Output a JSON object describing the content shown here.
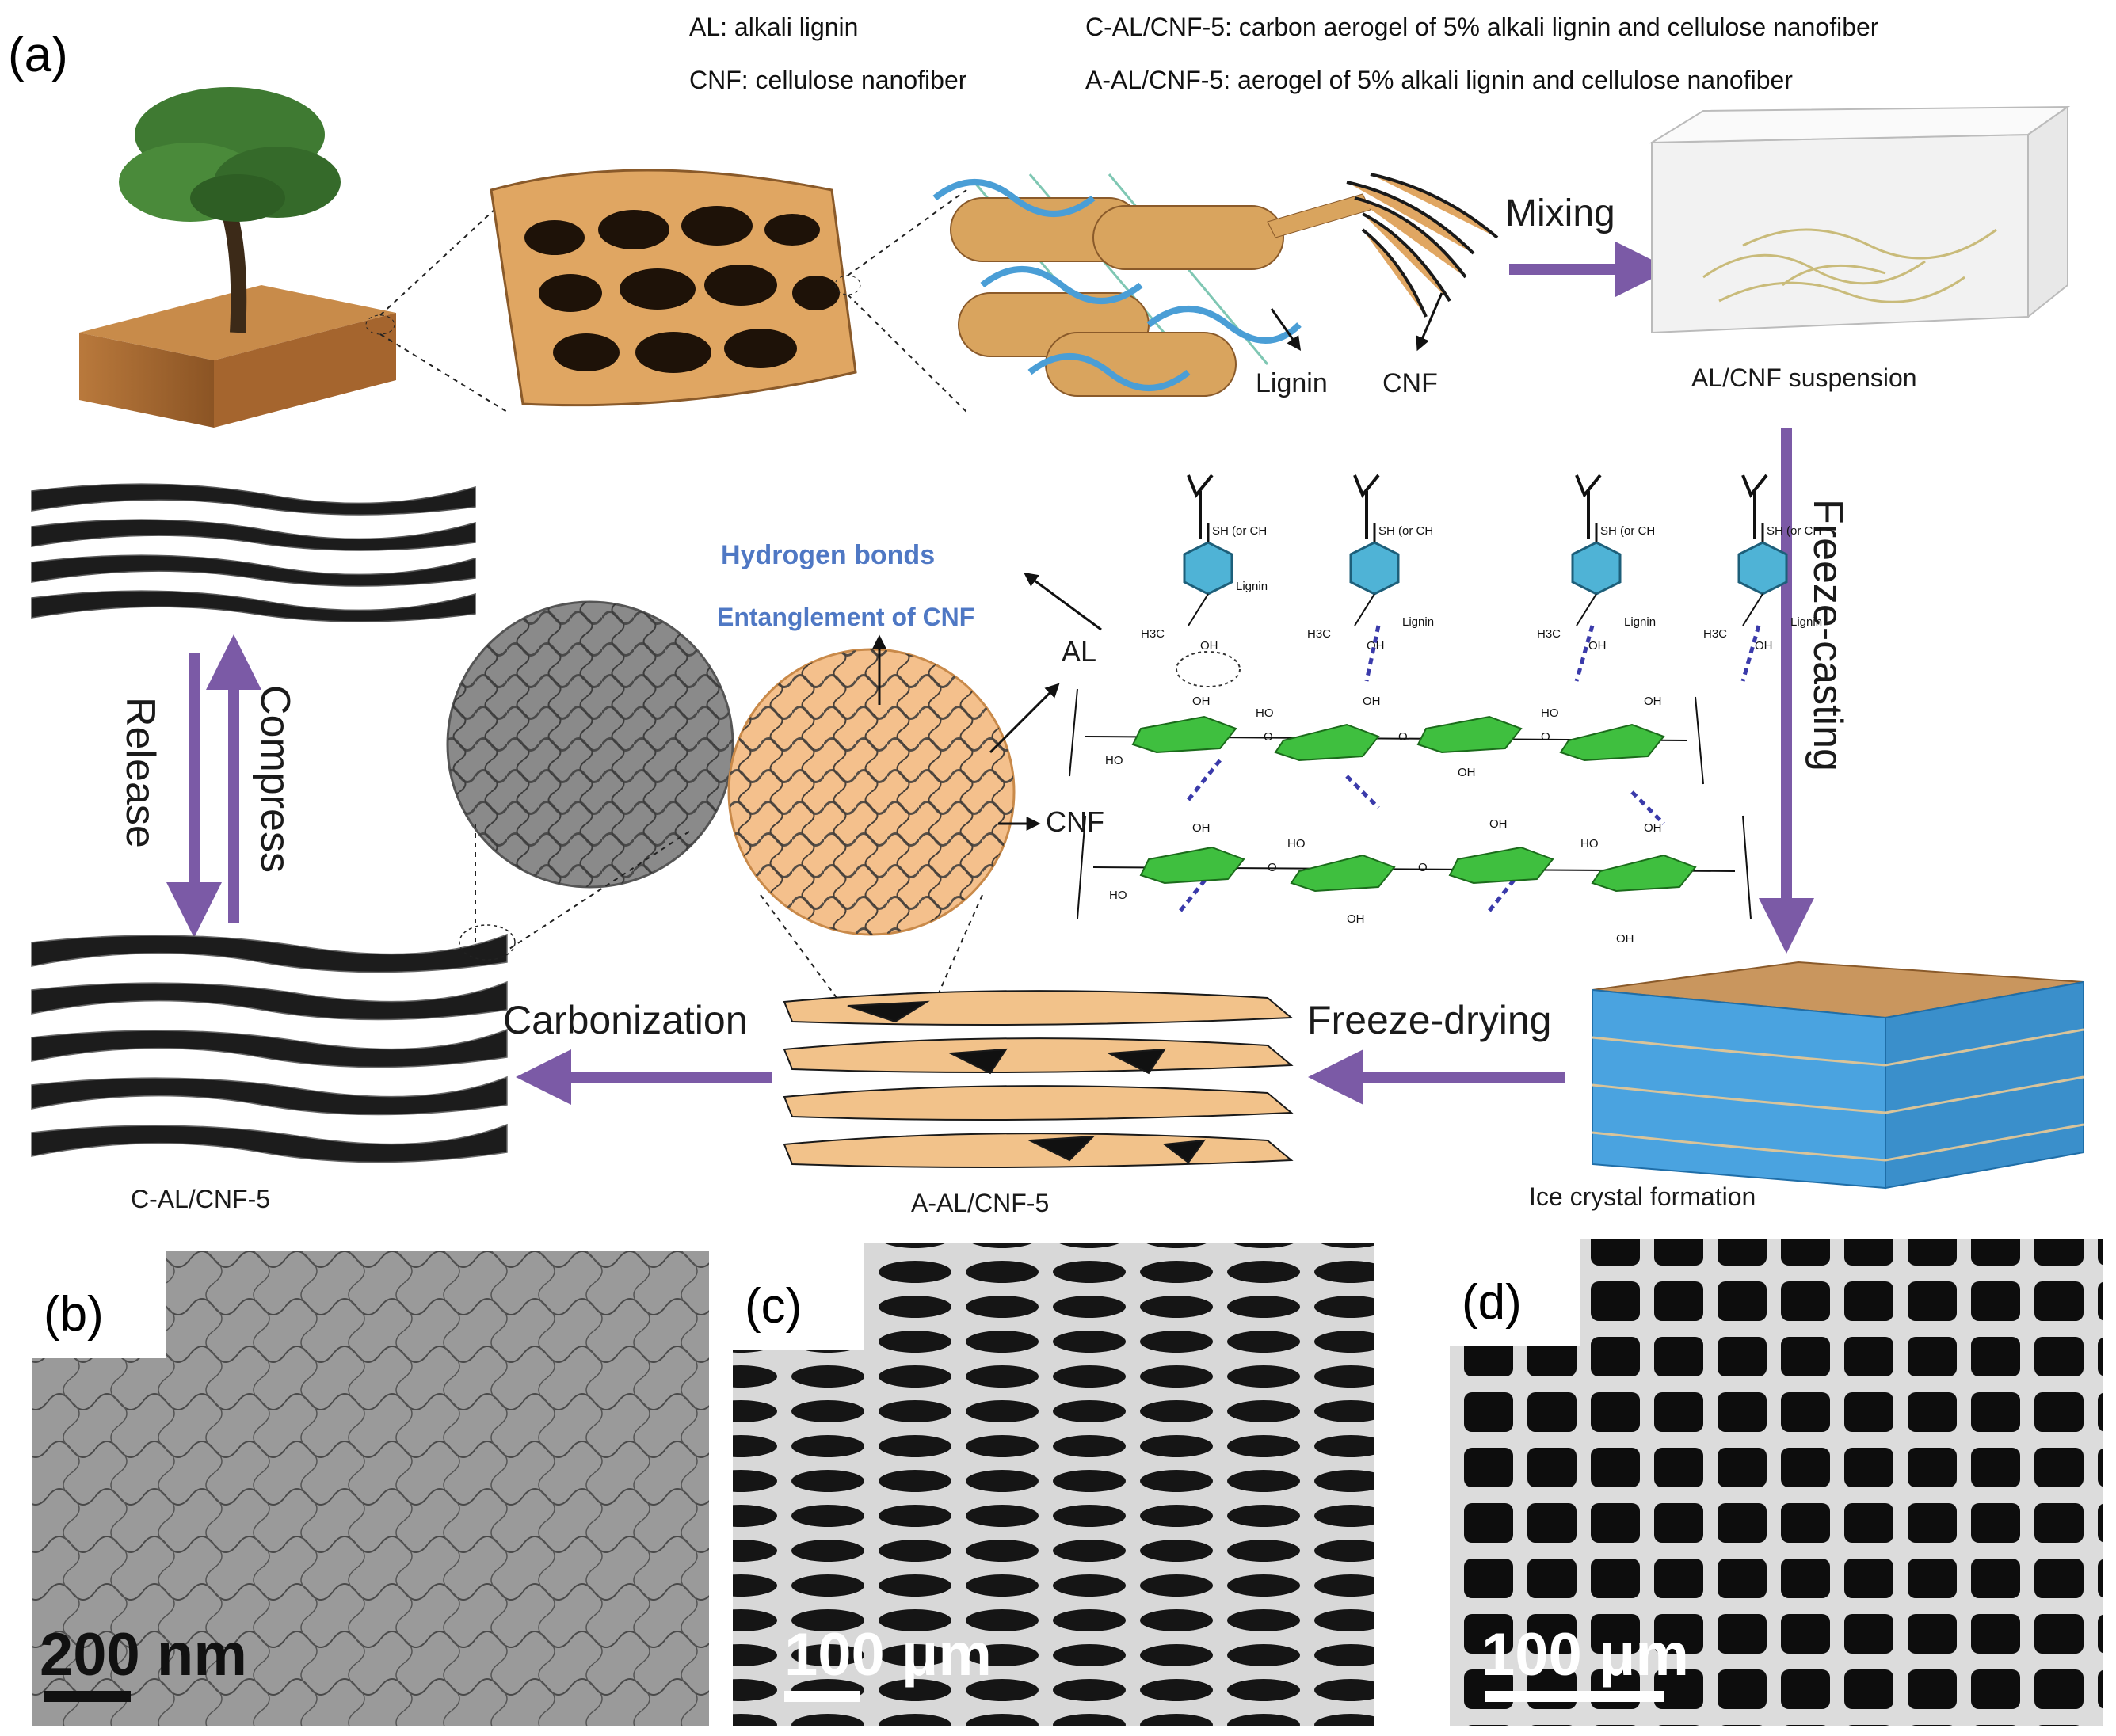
{
  "panel_labels": {
    "a": "(a)",
    "b": "(b)",
    "c": "(c)",
    "d": "(d)"
  },
  "legend": {
    "al": "AL: alkali lignin",
    "cnf": "CNF: cellulose nanofiber",
    "c_al_cnf_5": "C-AL/CNF-5: carbon aerogel of 5% alkali lignin and cellulose nanofiber",
    "a_al_cnf_5": "A-AL/CNF-5: aerogel of 5% alkali lignin and cellulose nanofiber"
  },
  "labels": {
    "lignin": "Lignin",
    "cnf_fiber": "CNF",
    "mixing": "Mixing",
    "suspension": "AL/CNF suspension",
    "freeze_casting": "Freeze-casting",
    "hydrogen_bonds": "Hydrogen  bonds",
    "entanglement": "Entanglement of CNF",
    "al_pointer": "AL",
    "cnf_pointer": "CNF",
    "compress": "Compress",
    "release": "Release",
    "carbonization": "Carbonization",
    "freeze_drying": "Freeze-drying",
    "c_al_cnf_5_caption": "C-AL/CNF-5",
    "a_al_cnf_5_caption": "A-AL/CNF-5",
    "ice_crystal": "Ice crystal formation"
  },
  "chem_labels": {
    "sh": "SH (or CH",
    "lignin_sub": "Lignin",
    "methoxy": "H3C",
    "oh": "OH",
    "ho": "HO",
    "o": "O"
  },
  "scale_bars": {
    "b": "200 nm",
    "c": "100 μm",
    "d": "100 μm"
  },
  "colors": {
    "arrow": "#7b5aa6",
    "wood": "#d9a66a",
    "aerogel": "#f2c28a",
    "ice": "#4aa3e0",
    "carbon": "#1c1c1c",
    "lignin_ring": "#4fb3d6",
    "cellulose_ring": "#3fbf3f",
    "hbond": "#3a3aaa",
    "tree_leaf": "#3f7a32"
  }
}
